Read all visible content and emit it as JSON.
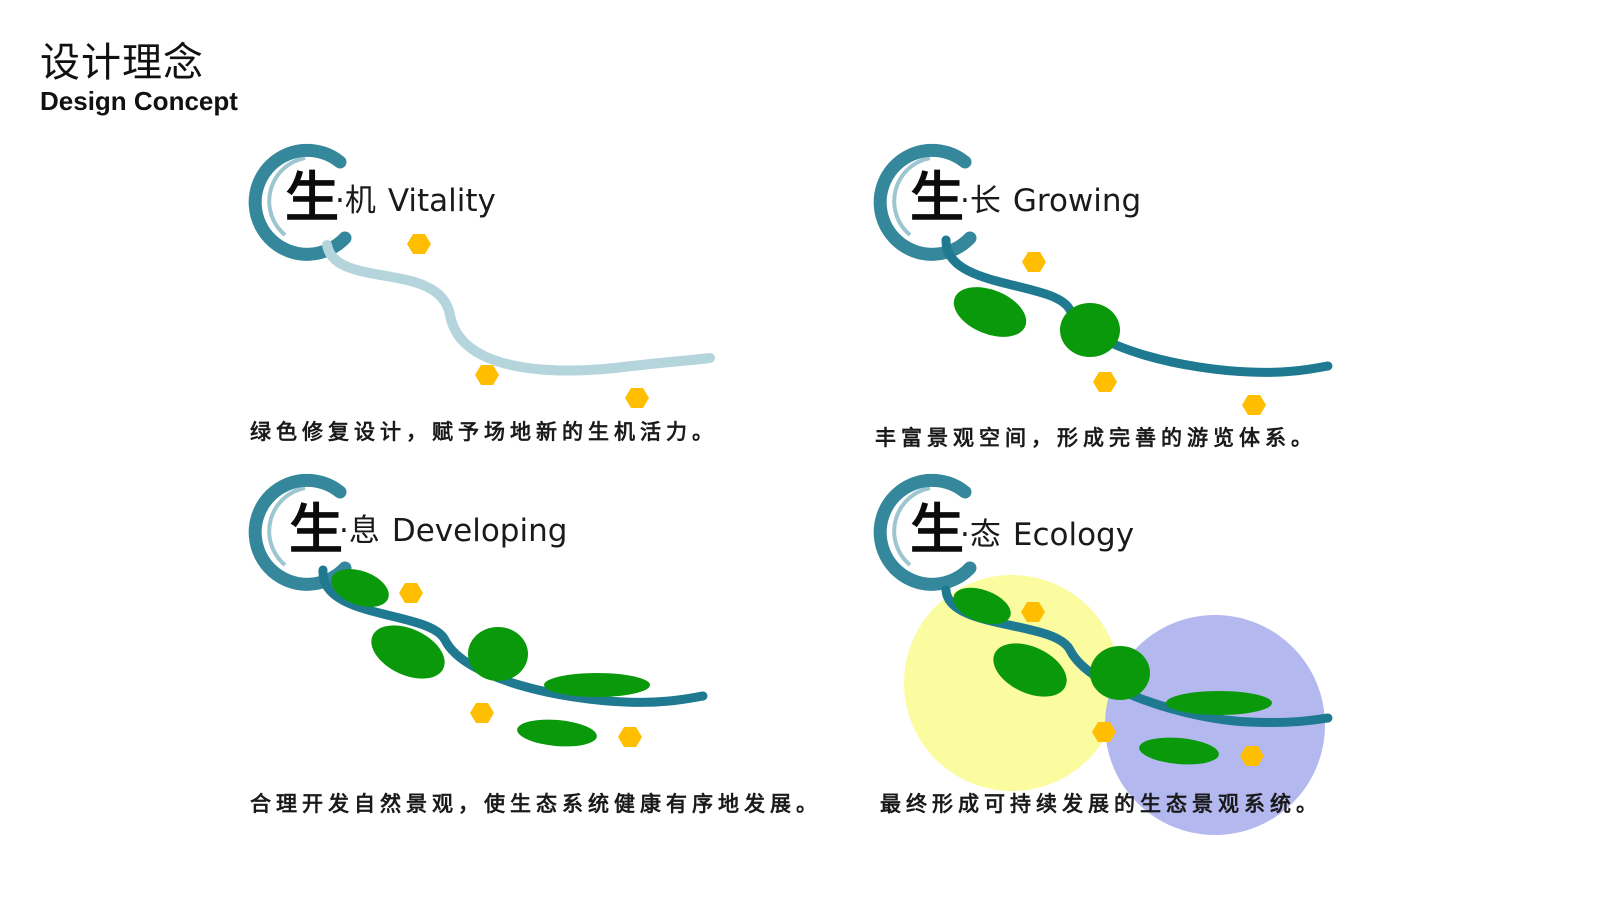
{
  "header": {
    "title": "设计理念",
    "subtitle": "Design Concept"
  },
  "colors": {
    "ink_blue": "#1f7a91",
    "ink_pale": "#b5d5dd",
    "leaf_green": "#0a990a",
    "hex_yellow": "#ffbe00",
    "circle_yellow": "#fbfb9f",
    "circle_blue": "#b3b8ef"
  },
  "panels": [
    {
      "char": "生",
      "suffix": "·机",
      "english": "Vitality",
      "caption": "绿色修复设计，赋予场地新的生机活力。"
    },
    {
      "char": "生",
      "suffix": "·长",
      "english": "Growing",
      "caption": "丰富景观空间，形成完善的游览体系。"
    },
    {
      "char": "生",
      "suffix": "·息",
      "english": "Developing",
      "caption": "合理开发自然景观，使生态系统健康有序地发展。"
    },
    {
      "char": "生",
      "suffix": "·态",
      "english": "Ecology",
      "caption": "最终形成可持续发展的生态景观系统。"
    }
  ]
}
